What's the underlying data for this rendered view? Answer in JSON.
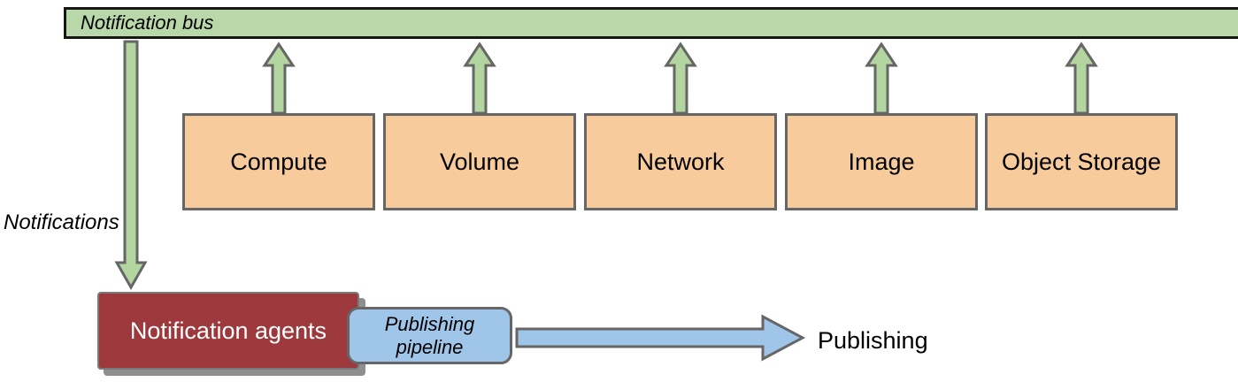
{
  "colors": {
    "bus_fill": "#b8d8aa",
    "bus_border": "#161616",
    "green_arrow_fill": "#b3d59f",
    "gray_border": "#666666",
    "service_fill": "#f8cb9d",
    "agents_fill": "#9d393d",
    "agents_border": "#7a7a7a",
    "agents_shadow": "#8f8f8f",
    "blue_fill": "#9fc5e8",
    "text_black": "#000000",
    "text_white": "#ffffff"
  },
  "bus": {
    "label": "Notification bus"
  },
  "services": [
    {
      "label": "Compute"
    },
    {
      "label": "Volume"
    },
    {
      "label": "Network"
    },
    {
      "label": "Image"
    },
    {
      "label": "Object Storage"
    }
  ],
  "notifications_arrow_label": "Notifications",
  "agents": {
    "label": "Notification agents"
  },
  "pipeline": {
    "label": "Publishing pipeline"
  },
  "publishing_label": "Publishing"
}
